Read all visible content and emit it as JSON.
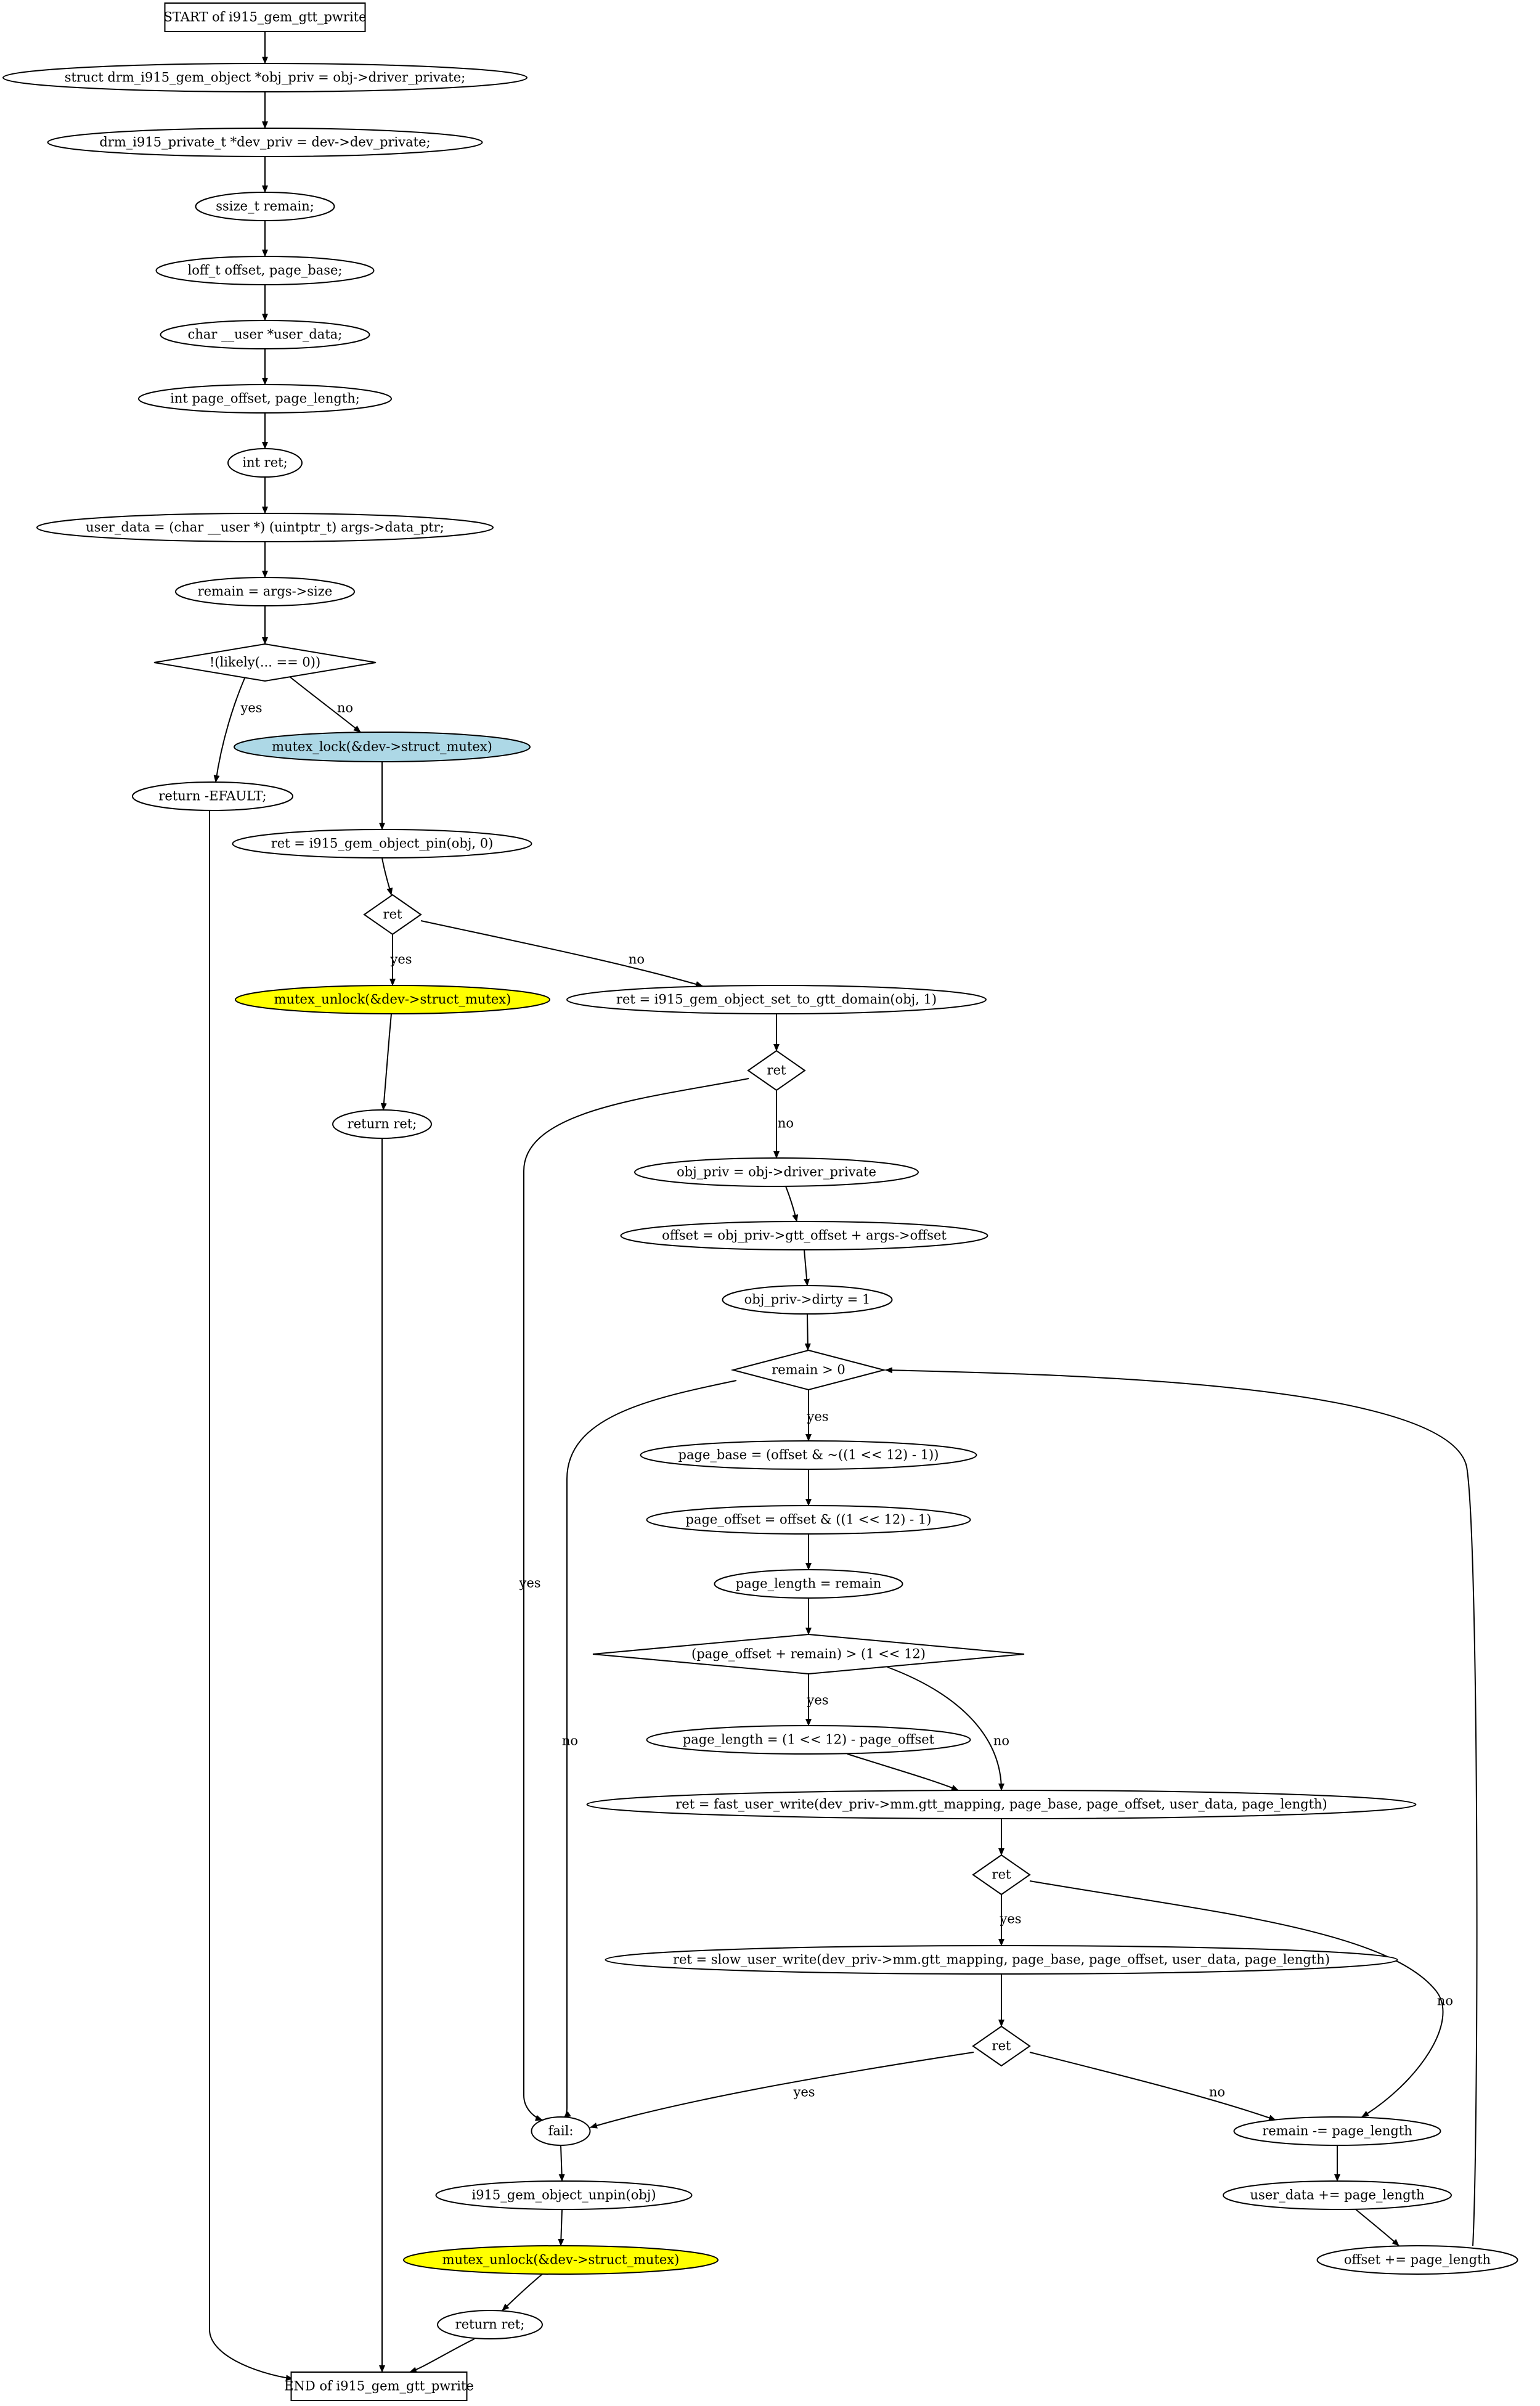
{
  "title": "START of i915_gem_gtt_pwrite",
  "colors": {
    "stroke": "#000000",
    "fill_default": "#ffffff",
    "fill_lightblue": "#add8e6",
    "fill_yellow": "#ffff00"
  },
  "nodes": [
    {
      "id": "start",
      "shape": "box",
      "label": "START of i915_gem_gtt_pwrite"
    },
    {
      "id": "n1",
      "shape": "ellipse",
      "label": "struct drm_i915_gem_object *obj_priv = obj->driver_private;"
    },
    {
      "id": "n2",
      "shape": "ellipse",
      "label": "drm_i915_private_t *dev_priv = dev->dev_private;"
    },
    {
      "id": "n3",
      "shape": "ellipse",
      "label": "ssize_t remain;"
    },
    {
      "id": "n4",
      "shape": "ellipse",
      "label": "loff_t offset, page_base;"
    },
    {
      "id": "n5",
      "shape": "ellipse",
      "label": "char __user *user_data;"
    },
    {
      "id": "n6",
      "shape": "ellipse",
      "label": "int page_offset, page_length;"
    },
    {
      "id": "n7",
      "shape": "ellipse",
      "label": "int ret;"
    },
    {
      "id": "n8",
      "shape": "ellipse",
      "label": "user_data = (char __user *) (uintptr_t) args->data_ptr;"
    },
    {
      "id": "n9",
      "shape": "ellipse",
      "label": "remain = args->size"
    },
    {
      "id": "d1",
      "shape": "diamond",
      "label": "!(likely(... == 0))"
    },
    {
      "id": "efault",
      "shape": "ellipse",
      "label": "return -EFAULT;"
    },
    {
      "id": "lock",
      "shape": "ellipse",
      "fill": "lightblue",
      "label": "mutex_lock(&dev->struct_mutex)"
    },
    {
      "id": "pin",
      "shape": "ellipse",
      "label": "ret = i915_gem_object_pin(obj, 0)"
    },
    {
      "id": "d2",
      "shape": "diamond",
      "label": "ret"
    },
    {
      "id": "unlock1",
      "shape": "ellipse",
      "fill": "yellow",
      "label": "mutex_unlock(&dev->struct_mutex)"
    },
    {
      "id": "setgtt",
      "shape": "ellipse",
      "label": "ret = i915_gem_object_set_to_gtt_domain(obj, 1)"
    },
    {
      "id": "ret1",
      "shape": "ellipse",
      "label": "return ret;"
    },
    {
      "id": "d3",
      "shape": "diamond",
      "label": "ret"
    },
    {
      "id": "objpriv",
      "shape": "ellipse",
      "label": "obj_priv = obj->driver_private"
    },
    {
      "id": "offset",
      "shape": "ellipse",
      "label": "offset = obj_priv->gtt_offset + args->offset"
    },
    {
      "id": "dirty",
      "shape": "ellipse",
      "label": "obj_priv->dirty = 1"
    },
    {
      "id": "d4",
      "shape": "diamond",
      "label": "remain > 0"
    },
    {
      "id": "pbase",
      "shape": "ellipse",
      "label": "page_base = (offset & ~((1 << 12) - 1))"
    },
    {
      "id": "poff",
      "shape": "ellipse",
      "label": "page_offset = offset & ((1 << 12) - 1)"
    },
    {
      "id": "plen1",
      "shape": "ellipse",
      "label": "page_length = remain"
    },
    {
      "id": "d5",
      "shape": "diamond",
      "label": "(page_offset + remain) > (1 << 12)"
    },
    {
      "id": "plen2",
      "shape": "ellipse",
      "label": "page_length = (1 << 12) - page_offset"
    },
    {
      "id": "fast",
      "shape": "ellipse",
      "label": "ret = fast_user_write(dev_priv->mm.gtt_mapping, page_base, page_offset, user_data, page_length)"
    },
    {
      "id": "d6",
      "shape": "diamond",
      "label": "ret"
    },
    {
      "id": "slow",
      "shape": "ellipse",
      "label": "ret = slow_user_write(dev_priv->mm.gtt_mapping, page_base, page_offset, user_data, page_length)"
    },
    {
      "id": "d7",
      "shape": "diamond",
      "label": "ret"
    },
    {
      "id": "fail",
      "shape": "ellipse",
      "label": "fail:"
    },
    {
      "id": "remsub",
      "shape": "ellipse",
      "label": "remain -= page_length"
    },
    {
      "id": "unpin",
      "shape": "ellipse",
      "label": "i915_gem_object_unpin(obj)"
    },
    {
      "id": "udadd",
      "shape": "ellipse",
      "label": "user_data += page_length"
    },
    {
      "id": "unlock2",
      "shape": "ellipse",
      "fill": "yellow",
      "label": "mutex_unlock(&dev->struct_mutex)"
    },
    {
      "id": "offadd",
      "shape": "ellipse",
      "label": "offset += page_length"
    },
    {
      "id": "ret2",
      "shape": "ellipse",
      "label": "return ret;"
    },
    {
      "id": "end",
      "shape": "box",
      "label": "END of i915_gem_gtt_pwrite"
    }
  ],
  "edges": [
    {
      "from": "start",
      "to": "n1",
      "label": ""
    },
    {
      "from": "n1",
      "to": "n2",
      "label": ""
    },
    {
      "from": "n2",
      "to": "n3",
      "label": ""
    },
    {
      "from": "n3",
      "to": "n4",
      "label": ""
    },
    {
      "from": "n4",
      "to": "n5",
      "label": ""
    },
    {
      "from": "n5",
      "to": "n6",
      "label": ""
    },
    {
      "from": "n6",
      "to": "n7",
      "label": ""
    },
    {
      "from": "n7",
      "to": "n8",
      "label": ""
    },
    {
      "from": "n8",
      "to": "n9",
      "label": ""
    },
    {
      "from": "n9",
      "to": "d1",
      "label": ""
    },
    {
      "from": "d1",
      "to": "efault",
      "label": "yes"
    },
    {
      "from": "d1",
      "to": "lock",
      "label": "no"
    },
    {
      "from": "efault",
      "to": "end",
      "label": ""
    },
    {
      "from": "lock",
      "to": "pin",
      "label": ""
    },
    {
      "from": "pin",
      "to": "d2",
      "label": ""
    },
    {
      "from": "d2",
      "to": "unlock1",
      "label": "yes"
    },
    {
      "from": "d2",
      "to": "setgtt",
      "label": "no"
    },
    {
      "from": "unlock1",
      "to": "ret1",
      "label": ""
    },
    {
      "from": "ret1",
      "to": "end",
      "label": ""
    },
    {
      "from": "setgtt",
      "to": "d3",
      "label": ""
    },
    {
      "from": "d3",
      "to": "fail",
      "label": "yes"
    },
    {
      "from": "d3",
      "to": "objpriv",
      "label": "no"
    },
    {
      "from": "objpriv",
      "to": "offset",
      "label": ""
    },
    {
      "from": "offset",
      "to": "dirty",
      "label": ""
    },
    {
      "from": "dirty",
      "to": "d4",
      "label": ""
    },
    {
      "from": "d4",
      "to": "pbase",
      "label": "yes"
    },
    {
      "from": "d4",
      "to": "fail",
      "label": "no"
    },
    {
      "from": "pbase",
      "to": "poff",
      "label": ""
    },
    {
      "from": "poff",
      "to": "plen1",
      "label": ""
    },
    {
      "from": "plen1",
      "to": "d5",
      "label": ""
    },
    {
      "from": "d5",
      "to": "plen2",
      "label": "yes"
    },
    {
      "from": "d5",
      "to": "fast",
      "label": "no"
    },
    {
      "from": "plen2",
      "to": "fast",
      "label": ""
    },
    {
      "from": "fast",
      "to": "d6",
      "label": ""
    },
    {
      "from": "d6",
      "to": "slow",
      "label": "yes"
    },
    {
      "from": "d6",
      "to": "remsub",
      "label": "no"
    },
    {
      "from": "slow",
      "to": "d7",
      "label": ""
    },
    {
      "from": "d7",
      "to": "fail",
      "label": "yes"
    },
    {
      "from": "d7",
      "to": "remsub",
      "label": "no"
    },
    {
      "from": "fail",
      "to": "unpin",
      "label": ""
    },
    {
      "from": "remsub",
      "to": "udadd",
      "label": ""
    },
    {
      "from": "unpin",
      "to": "unlock2",
      "label": ""
    },
    {
      "from": "udadd",
      "to": "offadd",
      "label": ""
    },
    {
      "from": "offadd",
      "to": "d4",
      "label": ""
    },
    {
      "from": "unlock2",
      "to": "ret2",
      "label": ""
    },
    {
      "from": "ret2",
      "to": "end",
      "label": ""
    }
  ]
}
